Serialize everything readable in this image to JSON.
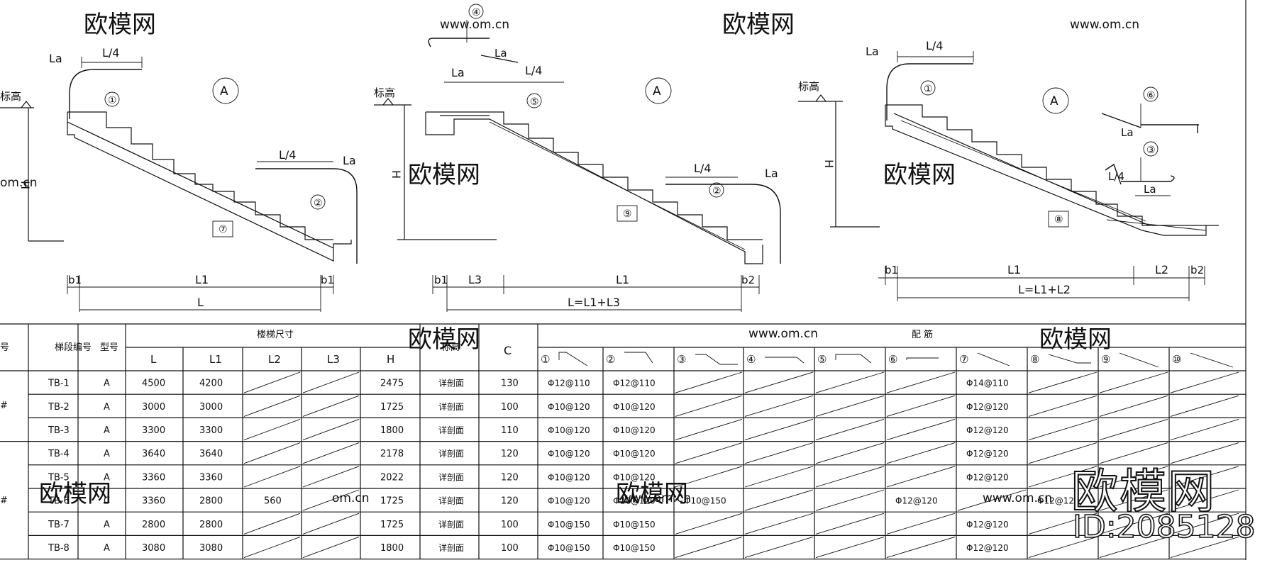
{
  "watermark": {
    "logo_text": "欧模网",
    "url_text": "www.om.cn",
    "url_short": "om.cn",
    "big_logo": "欧模网",
    "big_id": "ID:2085128"
  },
  "diagrams": [
    {
      "section_label": "A",
      "elev_label": "标高",
      "height_label": "H",
      "top_la": "La",
      "top_l4": "L/4",
      "bot_l4": "L/4",
      "bot_la": "La",
      "markers": [
        "①",
        "②",
        "⑦"
      ],
      "dims": {
        "b_left": "b1",
        "span": "L1",
        "b_right": "b1",
        "total": "L"
      }
    },
    {
      "section_label": "A",
      "elev_label": "标高",
      "height_label": "H",
      "detail_marker": "④",
      "detail_la": "La",
      "top_la": "La",
      "top_l4": "L/4",
      "bot_l4": "L/4",
      "bot_la": "La",
      "markers": [
        "⑤",
        "②",
        "⑨"
      ],
      "dims": {
        "b_left": "b1",
        "landing": "L3",
        "span": "L1",
        "b_right": "b2",
        "total": "L=L1+L3"
      }
    },
    {
      "section_label": "A",
      "elev_label": "标高",
      "height_label": "H",
      "top_la": "La",
      "top_l4": "L/4",
      "detail_la_1": "La",
      "detail_l4": "L/4",
      "detail_la_2": "La",
      "markers": [
        "①",
        "⑥",
        "③",
        "⑧"
      ],
      "dims": {
        "b_left": "b1",
        "span": "L1",
        "landing": "L2",
        "b_right": "b2",
        "total": "L=L1+L2"
      }
    }
  ],
  "table": {
    "header_group_1": "楼梯尺寸",
    "header_group_2": "配    筋",
    "col_no": "号",
    "col_id": "梯段编号",
    "col_type": "型号",
    "dim_cols": [
      "L",
      "L1",
      "L2",
      "L3",
      "H"
    ],
    "col_elev": "标高",
    "col_c": "C",
    "rebar_cols": [
      "①",
      "②",
      "③",
      "④",
      "⑤",
      "⑥",
      "⑦",
      "⑧",
      "⑨",
      "⑩"
    ],
    "group_marks": [
      "#",
      "#"
    ],
    "rows": [
      {
        "id": "TB-1",
        "type": "A",
        "L": "4500",
        "L1": "4200",
        "L2": "",
        "L3": "",
        "H": "2475",
        "elev": "详剖面",
        "C": "130",
        "r": [
          "Φ12@110",
          "Φ12@110",
          "",
          "",
          "",
          "",
          "Φ14@110",
          "",
          "",
          ""
        ]
      },
      {
        "id": "TB-2",
        "type": "A",
        "L": "3000",
        "L1": "3000",
        "L2": "",
        "L3": "",
        "H": "1725",
        "elev": "详剖面",
        "C": "100",
        "r": [
          "Φ10@120",
          "Φ10@120",
          "",
          "",
          "",
          "",
          "Φ12@120",
          "",
          "",
          ""
        ]
      },
      {
        "id": "TB-3",
        "type": "A",
        "L": "3300",
        "L1": "3300",
        "L2": "",
        "L3": "",
        "H": "1800",
        "elev": "详剖面",
        "C": "110",
        "r": [
          "Φ10@120",
          "Φ10@120",
          "",
          "",
          "",
          "",
          "Φ12@120",
          "",
          "",
          ""
        ]
      },
      {
        "id": "TB-4",
        "type": "A",
        "L": "3640",
        "L1": "3640",
        "L2": "",
        "L3": "",
        "H": "2178",
        "elev": "详剖面",
        "C": "120",
        "r": [
          "Φ10@120",
          "Φ10@120",
          "",
          "",
          "",
          "",
          "Φ12@120",
          "",
          "",
          ""
        ]
      },
      {
        "id": "TB-5",
        "type": "A",
        "L": "3360",
        "L1": "3360",
        "L2": "",
        "L3": "",
        "H": "2022",
        "elev": "详剖面",
        "C": "120",
        "r": [
          "Φ10@120",
          "Φ10@120",
          "",
          "",
          "",
          "",
          "Φ12@120",
          "",
          "",
          ""
        ]
      },
      {
        "id": "TB-6",
        "type": "C",
        "L": "3360",
        "L1": "2800",
        "L2": "560",
        "L3": "",
        "H": "1725",
        "elev": "详剖面",
        "C": "120",
        "r": [
          "Φ10@120",
          "Φ10@120",
          "Φ10@150",
          "",
          "",
          "Φ12@120",
          "",
          "Φ12@120",
          "",
          ""
        ]
      },
      {
        "id": "TB-7",
        "type": "A",
        "L": "2800",
        "L1": "2800",
        "L2": "",
        "L3": "",
        "H": "1725",
        "elev": "详剖面",
        "C": "100",
        "r": [
          "Φ10@150",
          "Φ10@150",
          "",
          "",
          "",
          "",
          "Φ12@120",
          "",
          "",
          ""
        ]
      },
      {
        "id": "TB-8",
        "type": "A",
        "L": "3080",
        "L1": "3080",
        "L2": "",
        "L3": "",
        "H": "1800",
        "elev": "详剖面",
        "C": "100",
        "r": [
          "Φ10@150",
          "Φ10@150",
          "",
          "",
          "",
          "",
          "Φ12@120",
          "",
          "",
          ""
        ]
      }
    ]
  }
}
